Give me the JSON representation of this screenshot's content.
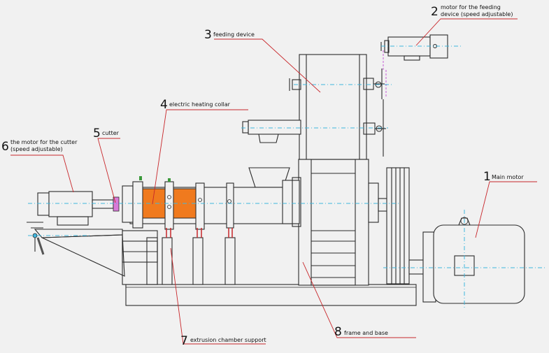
{
  "labels": {
    "main_motor": {
      "num": "1",
      "text": "Main motor"
    },
    "feeder_motor": {
      "num": "2",
      "line1": "motor for the feeding",
      "line2": "device (speed adjustable)"
    },
    "feeding_device": {
      "num": "3",
      "text": "feeding device"
    },
    "heating_collar": {
      "num": "4",
      "text": "electric heating collar"
    },
    "cutter": {
      "num": "5",
      "text": "cutter"
    },
    "cutter_motor": {
      "num": "6",
      "line1": "the motor for the cutter",
      "line2": "(speed adjustable)"
    },
    "chamber_support": {
      "num": "7",
      "text": "extrusion chamber support"
    },
    "frame_base": {
      "num": "8",
      "text": "frame and base"
    }
  },
  "colors": {
    "background": "#f1f1f1",
    "line": "#2a2a2a",
    "leader": "#c8262a",
    "centerline": "#3fb6dd",
    "heater": "#f07a1e",
    "belt": "#c75ad6"
  }
}
